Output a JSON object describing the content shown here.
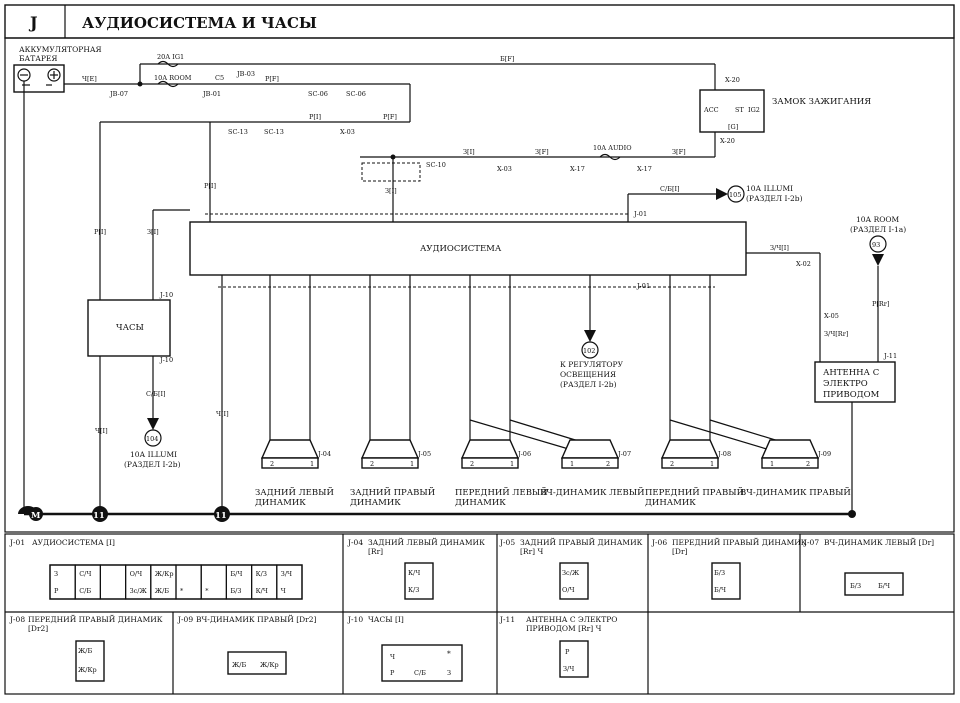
{
  "header": {
    "section": "J",
    "title": "АУДИОСИСТЕМА И ЧАСЫ"
  },
  "components": {
    "battery": {
      "label1": "АККУМУЛЯТОРНАЯ",
      "label2": "БАТАРЕЯ"
    },
    "fuse_ig1": "20А IG1",
    "fuse_room": "10А ROOM",
    "fuse_audio": "10А AUDIO",
    "ignition": "ЗАМОК ЗАЖИГАНИЯ",
    "ign_acc": "ACC",
    "ign_st": "ST",
    "ign_ig2": "IG2",
    "ign_g": "[G]",
    "audio_system": "АУДИОСИСТЕМА",
    "clock": "ЧАСЫ",
    "antenna1": "АНТЕННА С",
    "antenna2": "ЭЛЕКТРО",
    "antenna3": "ПРИВОДОМ",
    "illumi_top1": "10А ILLUMI",
    "illumi_top2": "(РАЗДЕЛ I-2b)",
    "illumi_top_num": "105",
    "illumi_bot1": "10А ILLUMI",
    "illumi_bot2": "(РАЗДЕЛ I-2b)",
    "illumi_bot_num": "104",
    "room_right1": "10А ROOM",
    "room_right2": "(РАЗДЕЛ I-1a)",
    "room_right_num": "93",
    "regulator1": "К РЕГУЛЯТОРУ",
    "regulator2": "ОСВЕЩЕНИЯ",
    "regulator3": "(РАЗДЕЛ I-2b)",
    "regulator_num": "102",
    "ground_m": "M",
    "ground_11a": "11",
    "ground_11b": "11"
  },
  "speakers": [
    {
      "l1": "ЗАДНИЙ ЛЕВЫЙ",
      "l2": "ДИНАМИК",
      "conn": "J-04"
    },
    {
      "l1": "ЗАДНИЙ ПРАВЫЙ",
      "l2": "ДИНАМИК",
      "conn": "J-05"
    },
    {
      "l1": "ПЕРЕДНИЙ ЛЕВЫЙ",
      "l2": "ДИНАМИК",
      "conn": "J-06"
    },
    {
      "l1": "ВЧ-ДИНАМИК ЛЕВЫЙ",
      "l2": "",
      "conn": "J-07"
    },
    {
      "l1": "ПЕРЕДНИЙ ПРАВЫЙ",
      "l2": "ДИНАМИК",
      "conn": "J-08"
    },
    {
      "l1": "ВЧ-ДИНАМИК ПРАВЫЙ",
      "l2": "",
      "conn": "J-09"
    }
  ],
  "wire_labels": {
    "ch_e": "Ч[Е]",
    "jb07": "JB-07",
    "jb01": "JB-01",
    "jb03": "JB-03",
    "b_f": "Б[F]",
    "r_f": "Р[F]",
    "r_i": "Р[I]",
    "z_i": "З[I]",
    "z_f": "З[F]",
    "sc06a": "SC-06",
    "sc06b": "SC-06",
    "sc13a": "SC-13",
    "sc13b": "SC-13",
    "sc10": "SC-10",
    "x03a": "X-03",
    "x03b": "X-03",
    "x17a": "X-17",
    "x17b": "X-17",
    "x20a": "X-20",
    "x20b": "X-20",
    "sb_i": "С/Б[I]",
    "j01": "J-01",
    "j10": "J-10",
    "j11": "J-11",
    "x02": "X-02",
    "x05": "X-05",
    "zch_i": "З/Ч[I]",
    "zch_rr": "З/Ч[Rr]",
    "r_rr": "Р[Rr]",
    "ch_i": "Ч[I]",
    "sb_i2": "С/Б[I]",
    "c5": "C5"
  },
  "legend": [
    {
      "id": "J-01",
      "title": "АУДИОСИСТЕМА [I]"
    },
    {
      "id": "J-04",
      "title": "ЗАДНИЙ ЛЕВЫЙ ДИНАМИК",
      "sub": "[Rr]"
    },
    {
      "id": "J-05",
      "title": "ЗАДНИЙ ПРАВЫЙ ДИНАМИК",
      "sub": "[Rr] Ч"
    },
    {
      "id": "J-06",
      "title": "ПЕРЕДНИЙ ПРАВЫЙ ДИНАМИК",
      "sub": "[Dr]"
    },
    {
      "id": "J-07",
      "title": "ВЧ-ДИНАМИК ЛЕВЫЙ [Dr]",
      "sub": ""
    },
    {
      "id": "J-08",
      "title": "ПЕРЕДНИЙ ПРАВЫЙ ДИНАМИК",
      "sub": "[Dr2]"
    },
    {
      "id": "J-09",
      "title": "ВЧ-ДИНАМИК ПРАВЫЙ [Dr2]",
      "sub": ""
    },
    {
      "id": "J-10",
      "title": "ЧАСЫ [I]",
      "sub": ""
    },
    {
      "id": "J-11",
      "title": "АНТЕННА С ЭЛЕКТРО",
      "sub": "ПРИВОДОМ [Rr] Ч"
    }
  ],
  "legend_pins": {
    "j01_top": [
      "З",
      "С/Ч",
      "",
      "О/Ч",
      "Ж/Кр",
      "",
      "",
      "Б/Ч",
      "К/З",
      "З/Ч"
    ],
    "j01_bot": [
      "Р",
      "С/Б",
      "",
      "Зс/Ж",
      "Ж/Б",
      "*",
      "*",
      "Б/З",
      "К/Ч",
      "Ч"
    ],
    "j04": [
      "К/Ч",
      "К/З"
    ],
    "j05": [
      "Зс/Ж",
      "О/Ч"
    ],
    "j06": [
      "Б/З",
      "Б/Ч"
    ],
    "j07": [
      "Б/З",
      "Б/Ч"
    ],
    "j08": [
      "Ж/Б",
      "Ж/Кр"
    ],
    "j09": [
      "Ж/Б",
      "Ж/Кр"
    ],
    "j10": [
      "Ч",
      "*",
      "Р",
      "С/Б",
      "З"
    ],
    "j11": [
      "Р",
      "З/Ч"
    ]
  }
}
